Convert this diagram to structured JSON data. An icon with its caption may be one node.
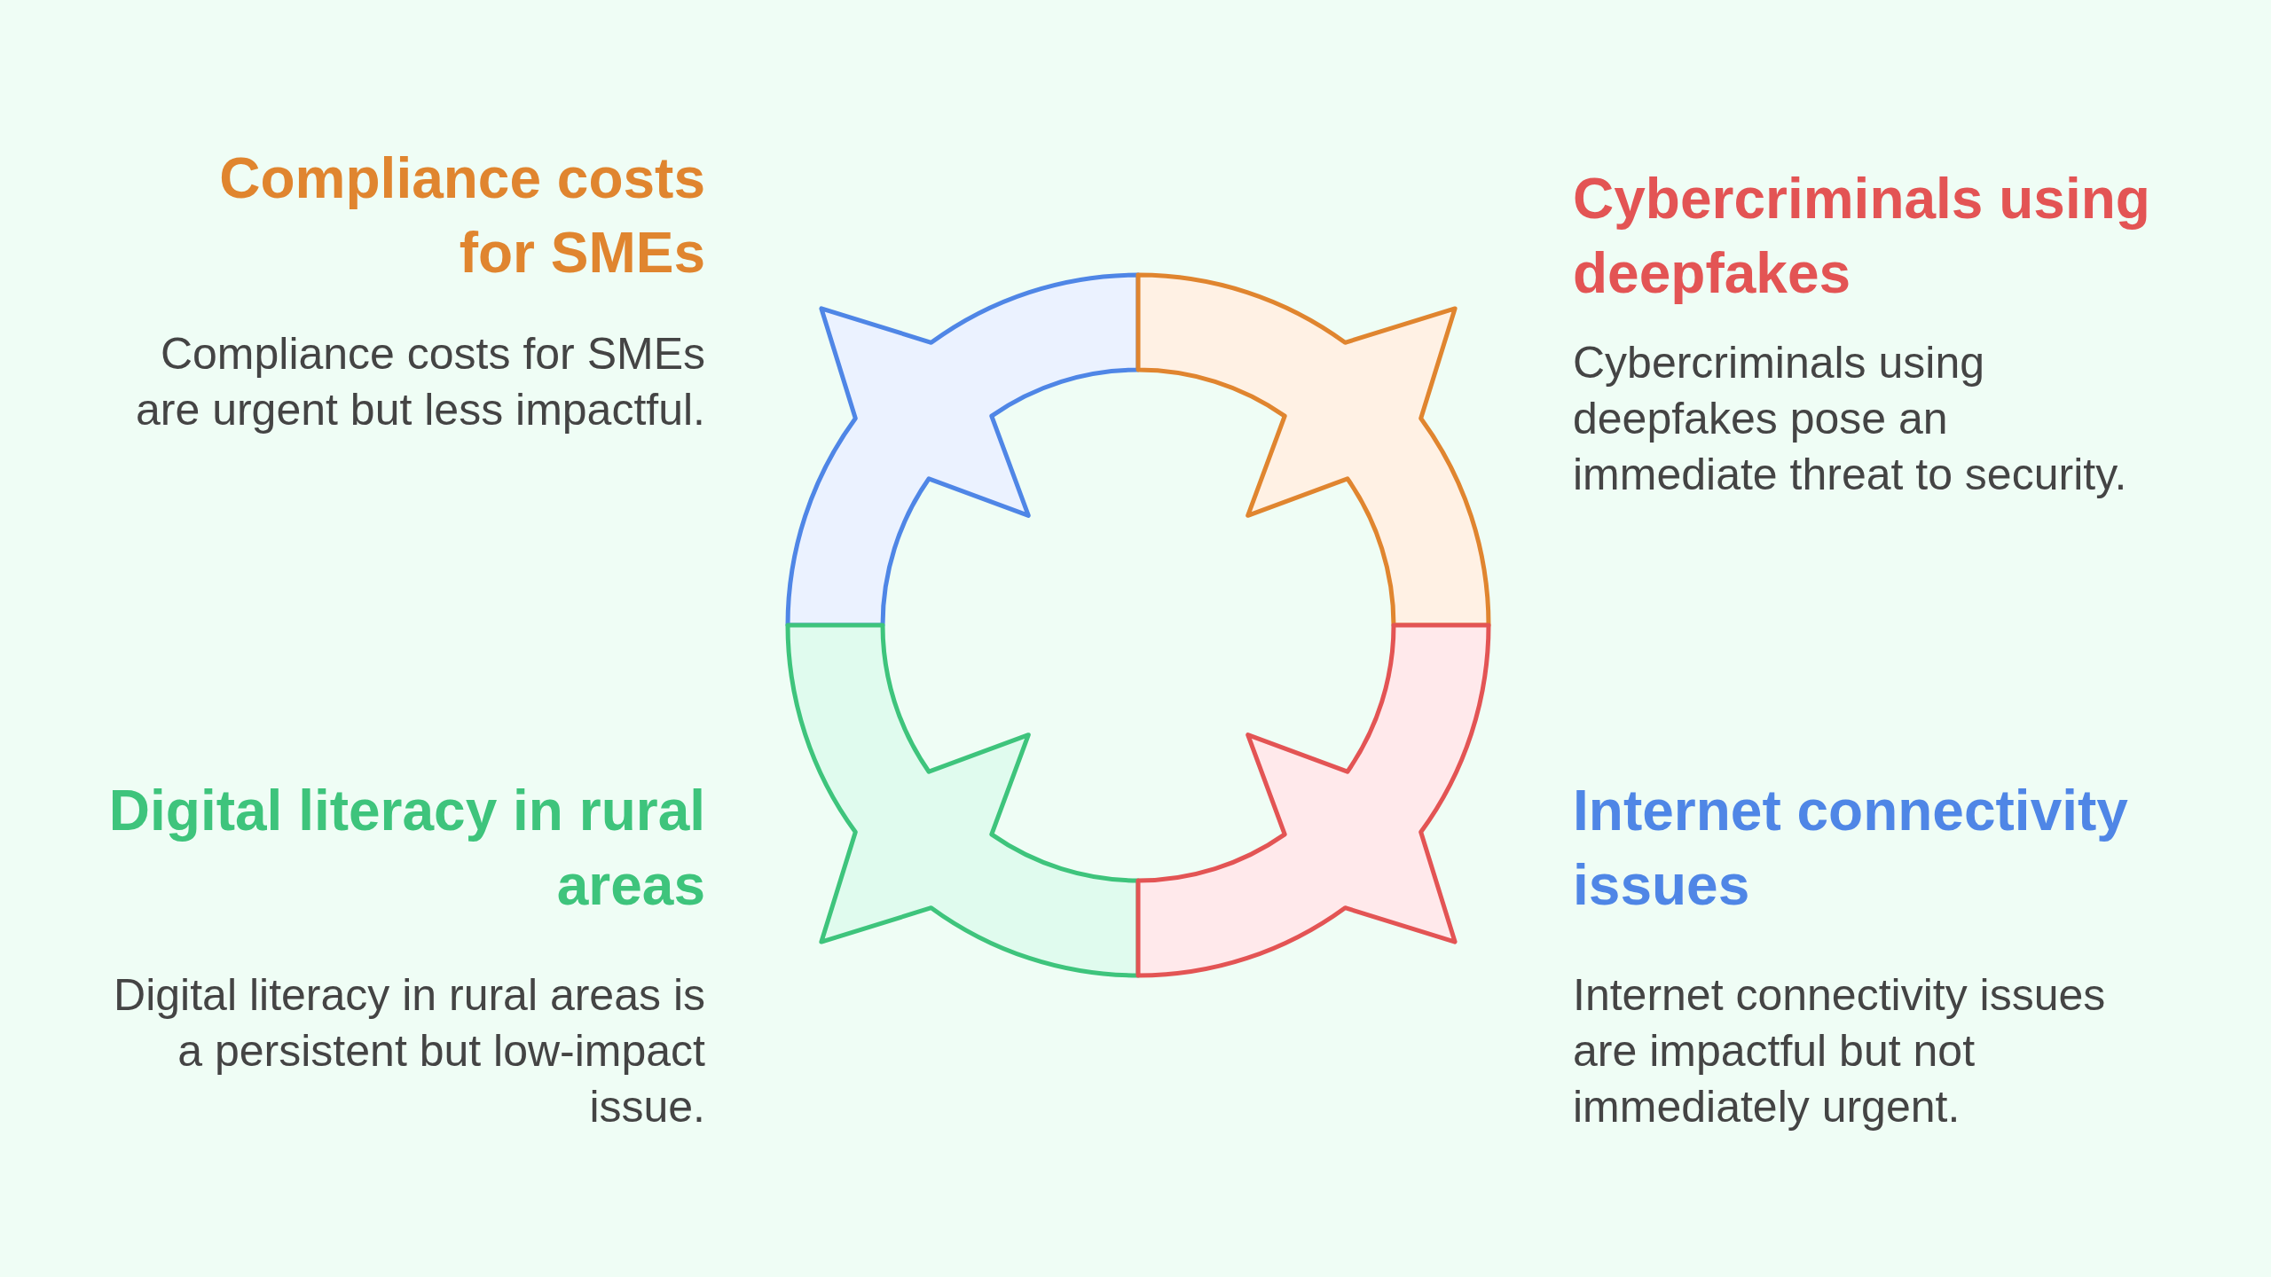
{
  "diagram": {
    "nodes": [
      {
        "text": [],
        "shape": "arc",
        "beside": [
          "Compliance costs for SMEs",
          "Compliance costs for SMEs are urgent but less impactful."
        ]
      },
      {
        "text": [],
        "shape": "arc",
        "beside": [
          "Cybercriminals using deepfakes",
          "Cybercriminals using deepfakes pose an immediate threat to security."
        ]
      },
      {
        "text": [],
        "shape": "arc",
        "beside": [
          "Digital literacy in rural areas",
          "Digital literacy in rural areas is a persistent but low-impact issue."
        ]
      },
      {
        "text": [],
        "shape": "arc",
        "beside": [
          "Internet connectivity issues",
          "Internet connectivity issues are impactful but not immediately urgent."
        ]
      }
    ]
  }
}
